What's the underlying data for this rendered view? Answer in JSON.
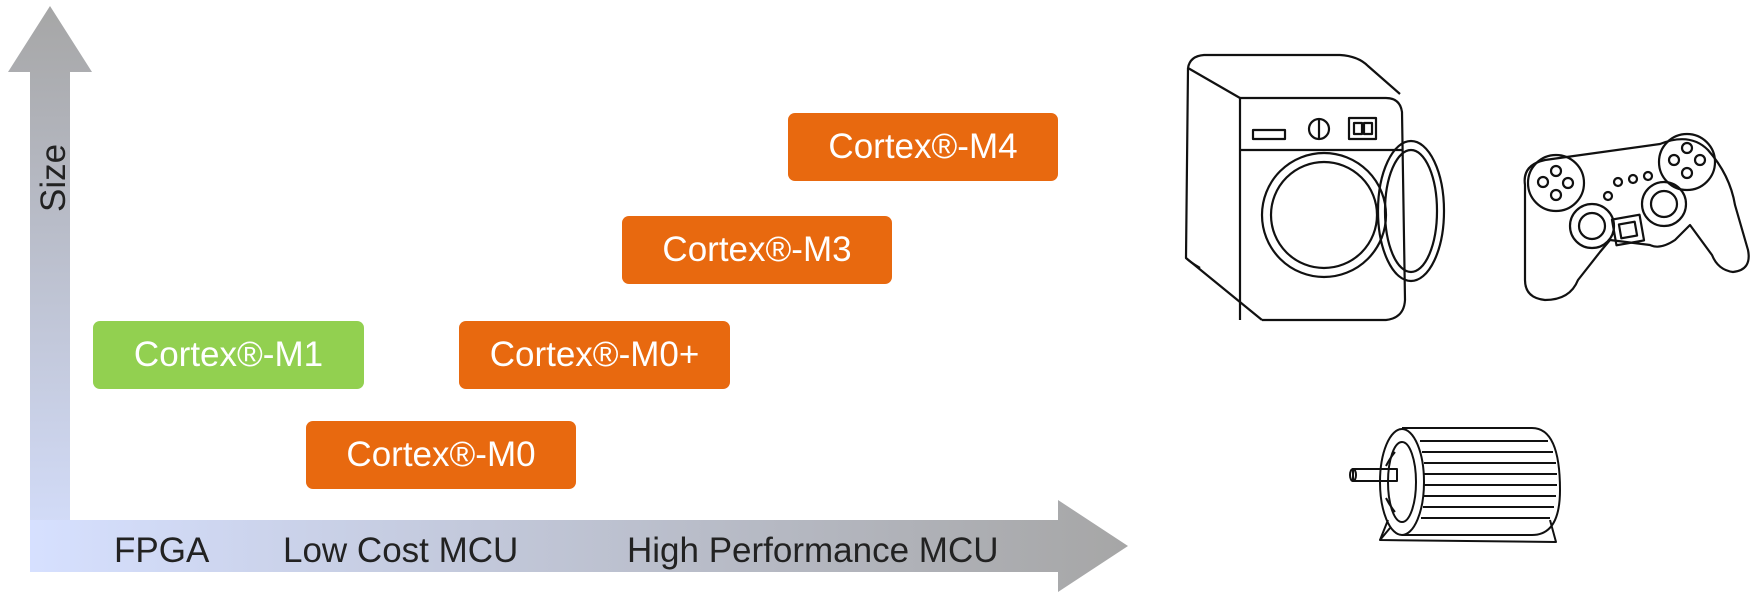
{
  "axes": {
    "y_label": "Size",
    "x_labels": [
      "FPGA",
      "Low Cost MCU",
      "High Performance MCU"
    ]
  },
  "chips": {
    "m4": "Cortex®-M4",
    "m3": "Cortex®-M3",
    "m1": "Cortex®-M1",
    "m0plus": "Cortex®-M0+",
    "m0": "Cortex®-M0"
  },
  "colors": {
    "orange": "#E8690F",
    "green": "#92D050",
    "axis_light": "#D6E0FF",
    "axis_dark": "#A6A6A6"
  },
  "icons": [
    "washing-machine-icon",
    "game-controller-icon",
    "electric-motor-icon"
  ]
}
